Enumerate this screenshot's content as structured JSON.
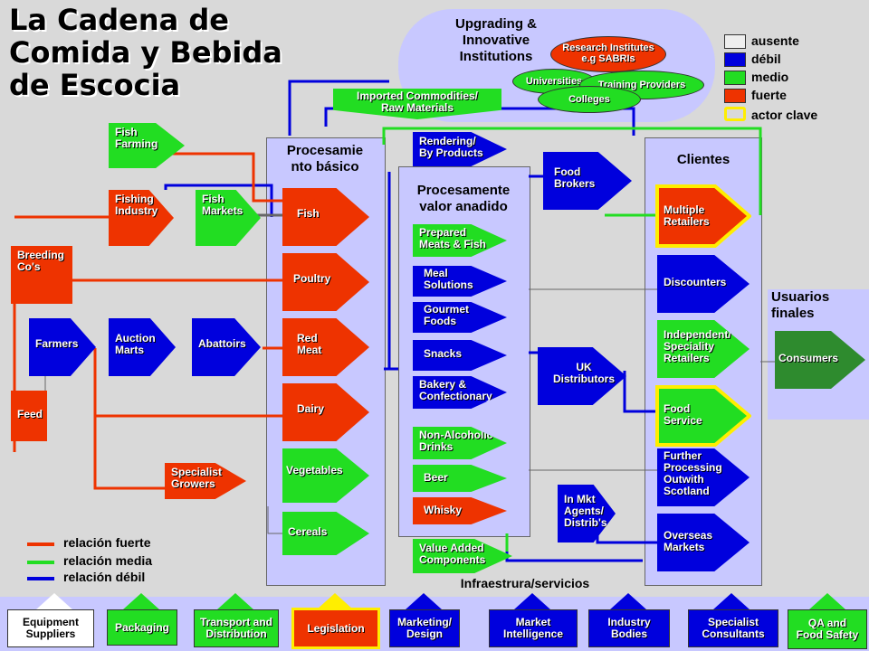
{
  "title": "La Cadena de\nComida y Bebida\nde Escocia",
  "upgrading": "Upgrading &\nInnovative\nInstitutions",
  "institutions": {
    "research": "Research Institutes\ne.g SABRIs",
    "universities": "Universities",
    "training": "Training Providers",
    "colleges": "Colleges"
  },
  "imported": "Imported Commodities/\nRaw Materials",
  "key": {
    "ausente": "ausente",
    "debil": "débil",
    "medio": "medio",
    "fuerte": "fuerte",
    "actor_clave": "actor clave",
    "colors": {
      "ausente": "#eeeeee",
      "debil": "#0000dd",
      "medio": "#22dd22",
      "fuerte": "#ee3300",
      "actor": "#ffee00"
    }
  },
  "headers": {
    "basic": "Procesamie\nnto básico",
    "value_added": "Procesamente\nvalor anadido",
    "clients": "Clientes",
    "end_users": "Usuarios\nfinales",
    "infra": "Infraestrura/servicios"
  },
  "primary": {
    "fish_farming": "Fish\nFarming",
    "fishing_industry": "Fishing\nIndustry",
    "fish_markets": "Fish\nMarkets",
    "breeding": "Breeding\nCo's",
    "farmers": "Farmers",
    "auction": "Auction\nMarts",
    "abattoirs": "Abattoirs",
    "feed": "Feed",
    "specialist_growers": "Specialist\nGrowers"
  },
  "basic": {
    "fish": "Fish",
    "poultry": "Poultry",
    "red_meat": "Red\nMeat",
    "dairy": "Dairy",
    "vegetables": "Vegetables",
    "cereals": "Cereals"
  },
  "rendering": "Rendering/\nBy Products",
  "value_added": {
    "prepared": "Prepared\nMeats & Fish",
    "meal": "Meal\nSolutions",
    "gourmet": "Gourmet\nFoods",
    "snacks": "Snacks",
    "bakery": "Bakery &\nConfectionary",
    "non_alcoholic": "Non-Alcoholic\nDrinks",
    "beer": "Beer",
    "whisky": "Whisky"
  },
  "value_added_components": "Value Added\nComponents",
  "intermediaries": {
    "food_brokers": "Food\nBrokers",
    "uk_distributors": "UK\nDistributors",
    "in_mkt": "In Mkt\nAgents/\nDistrib's"
  },
  "clients": {
    "multiple": "Multiple\nRetailers",
    "discounters": "Discounters",
    "independent": "Independent/\nSpeciality\nRetailers",
    "food_service": "Food\nService",
    "further": "Further\nProcessing\nOutwith\nScotland",
    "overseas": "Overseas\nMarkets"
  },
  "consumers": "Consumers",
  "relations": {
    "strong": "relación fuerte",
    "medium": "relación media",
    "weak": "relación débil"
  },
  "services": {
    "equipment": "Equipment\nSuppliers",
    "packaging": "Packaging",
    "transport": "Transport and\nDistribution",
    "legislation": "Legislation",
    "marketing": "Marketing/\nDesign",
    "market_intel": "Market\nIntelligence",
    "industry": "Industry\nBodies",
    "specialist": "Specialist\nConsultants",
    "qa": "QA and\nFood Safety"
  }
}
